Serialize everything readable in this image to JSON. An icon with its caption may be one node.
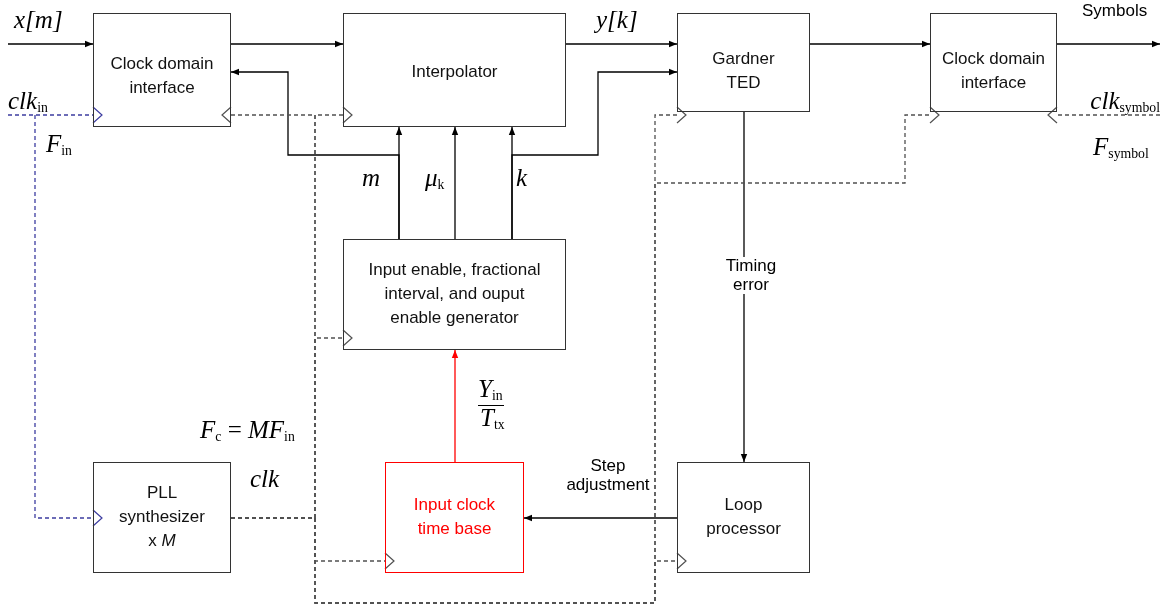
{
  "diagram": {
    "nodes": [
      {
        "text": [
          "Clock domain interface"
        ]
      },
      {
        "text": [
          "Interpolator"
        ]
      },
      {
        "text": [
          "Gardner TED"
        ]
      },
      {
        "text": [
          "Clock domain interface"
        ]
      },
      {
        "text": [
          "Input enable, fractional interval, and ouput enable generator"
        ]
      },
      {
        "text": [
          "PLL synthesizer x *M*"
        ]
      },
      {
        "text": [
          "Input clock time base"
        ]
      },
      {
        "text": [
          "Loop processor"
        ]
      },
      {
        "text": [
          "*clk*$_{in}$"
        ]
      },
      {
        "text": [
          "*clk*$_{symbol}$"
        ]
      }
    ],
    "edges": [
      {
        "from": null,
        "to": 0,
        "arrow": "to",
        "label": "*x*[*m*]"
      },
      {
        "from": 0,
        "to": 1,
        "arrow": "to"
      },
      {
        "from": 1,
        "to": 2,
        "arrow": "to",
        "label": "*y*[*k*]"
      },
      {
        "from": 2,
        "to": 3,
        "arrow": "to"
      },
      {
        "from": 3,
        "to": null,
        "arrow": "to",
        "label": "Symbols"
      },
      {
        "from": 4,
        "to": 1,
        "arrow": "to",
        "label": "m"
      },
      {
        "from": 4,
        "to": 1,
        "arrow": "to",
        "label": "*μ*$_{k}$"
      },
      {
        "from": 4,
        "to": 1,
        "arrow": "to",
        "label": "k"
      },
      {
        "from": 6,
        "to": 4,
        "arrow": "to",
        "color": "#ff0000"
      },
      {
        "from": 2,
        "to": 7,
        "arrow": "to",
        "label": "Timing error"
      },
      {
        "from": 7,
        "to": 6,
        "arrow": "to",
        "label": "Step adjustment"
      },
      {
        "from": 4,
        "to": 0,
        "arrow": "to"
      },
      {
        "from": 4,
        "to": 2,
        "arrow": "to"
      },
      {
        "from": 8,
        "to": 0,
        "arrow": "to",
        "style": "dashed",
        "color": "#3c3ca0"
      },
      {
        "from": 8,
        "to": 5,
        "arrow": "to",
        "style": "dashed",
        "color": "#3c3ca0"
      },
      {
        "from": 5,
        "to": 0,
        "arrow": "to",
        "style": "dashed",
        "color": "#505050"
      },
      {
        "from": 5,
        "to": 1,
        "arrow": "to",
        "style": "dashed",
        "color": "#505050"
      },
      {
        "from": 5,
        "to": 4,
        "arrow": "to",
        "style": "dashed",
        "color": "#505050"
      },
      {
        "from": 5,
        "to": 6,
        "arrow": "to",
        "style": "dashed",
        "color": "#505050"
      },
      {
        "from": 5,
        "to": 2,
        "arrow": "to",
        "style": "dashed",
        "color": "#505050"
      },
      {
        "from": 5,
        "to": 7,
        "arrow": "to",
        "style": "dashed",
        "color": "#505050"
      },
      {
        "from": 5,
        "to": 3,
        "arrow": "to",
        "style": "dashed",
        "color": "#505050"
      },
      {
        "from": 9,
        "to": 3,
        "arrow": "to",
        "style": "dashed",
        "color": "#505050"
      }
    ],
    "labels": [
      "*F*$_{in}$",
      "*F*$_{symbol}$",
      "*F*$_{c}$ = *MF*$_{in}$",
      "clk",
      "*Y*$_{in}$",
      "*T*$_{tx}$"
    ]
  }
}
